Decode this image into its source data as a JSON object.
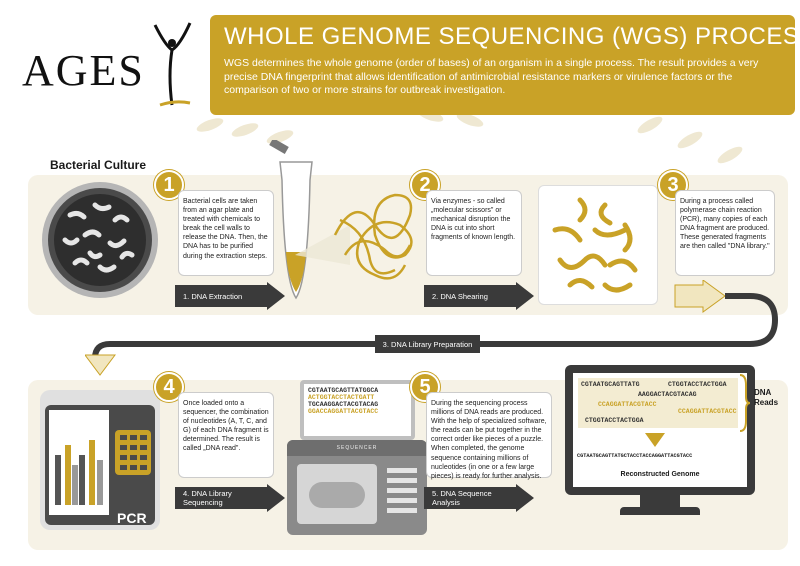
{
  "logo": {
    "text": "AGES"
  },
  "header": {
    "title": "WHOLE GENOME SEQUENCING (WGS) PROCESS",
    "description": "WGS determines the whole genome (order of bases) of an organism in a single process. The result provides a very precise DNA fingerprint that allows identification of antimicrobial resistance markers or virulence factors or the comparison of two or more strains for outbreak investigation."
  },
  "culture": {
    "title": "Bacterial Culture"
  },
  "steps": [
    {
      "number": "1",
      "label": "1. DNA Extraction",
      "description": "Bacterial cells are taken from an agar plate and treated with chemicals to break the cell walls to release the DNA. Then, the DNA has to be purified during the extraction steps."
    },
    {
      "number": "2",
      "label": "2. DNA Shearing",
      "description": "Via enzymes - so called „molecular scissors\" or mechanical disruption the DNA is cut into short fragments of known length."
    },
    {
      "number": "3",
      "label": "3. DNA Library Preparation",
      "description": "During a process called polymerase chain reaction (PCR), many copies of each DNA fragment are produced. These generated fragments are then called \"DNA library.\""
    },
    {
      "number": "4",
      "label": "4. DNA Library Sequencing",
      "description": "Once loaded onto a sequencer, the combination of nucleotides (A, T, C, and G) of each DNA fragment is determined. The result is called „DNA read\"."
    },
    {
      "number": "5",
      "label": "5. DNA Sequence Analysis",
      "description": "During the sequencing process millions of DNA reads are produced. With the help of specialized software, the reads can be put together in the correct order like pieces of a puzzle. When completed, the genome sequence containing millions of nucleotides (in one or a few large pieces) is ready for further analysis."
    }
  ],
  "pcr": {
    "label": "PCR"
  },
  "sequencer": {
    "label": "SEQUENCER",
    "screen_lines": [
      "CGTAATGCAGTTATGGCA",
      "ACTGGTACCTACTGATT",
      "TGCAAGGACTACGTACAG",
      "GGACCAGGATTACGTACC"
    ]
  },
  "monitor": {
    "reads": [
      "CGTAATGCAGTTATG",
      "CTGGTACCTACTGGA",
      "AAGGACTACGTACAG",
      "CCAGGATTACGTACC",
      "CCAGGATTACGTACC",
      "CTGGTACCTACTGGA"
    ],
    "reads_label": "DNA Reads",
    "genome": "CGTAATGCAGTTATGCTACCTACCAGGATTACGTACC",
    "genome_label": "Reconstructed Genome"
  },
  "colors": {
    "gold": "#c9a227",
    "dark": "#3a3a3a",
    "cream": "#f6f2e6"
  }
}
